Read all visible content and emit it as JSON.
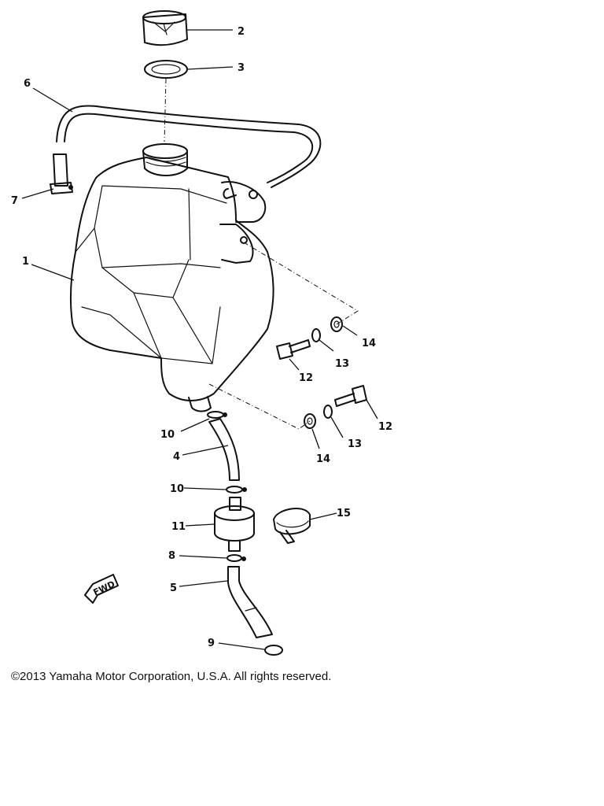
{
  "diagram": {
    "callouts": [
      "1",
      "2",
      "3",
      "4",
      "5",
      "6",
      "7",
      "8",
      "9",
      "10",
      "10",
      "11",
      "12",
      "12",
      "13",
      "13",
      "14",
      "14",
      "15"
    ],
    "fwd_label": "FWD"
  },
  "copyright": "©2013 Yamaha Motor Corporation, U.S.A. All rights reserved."
}
